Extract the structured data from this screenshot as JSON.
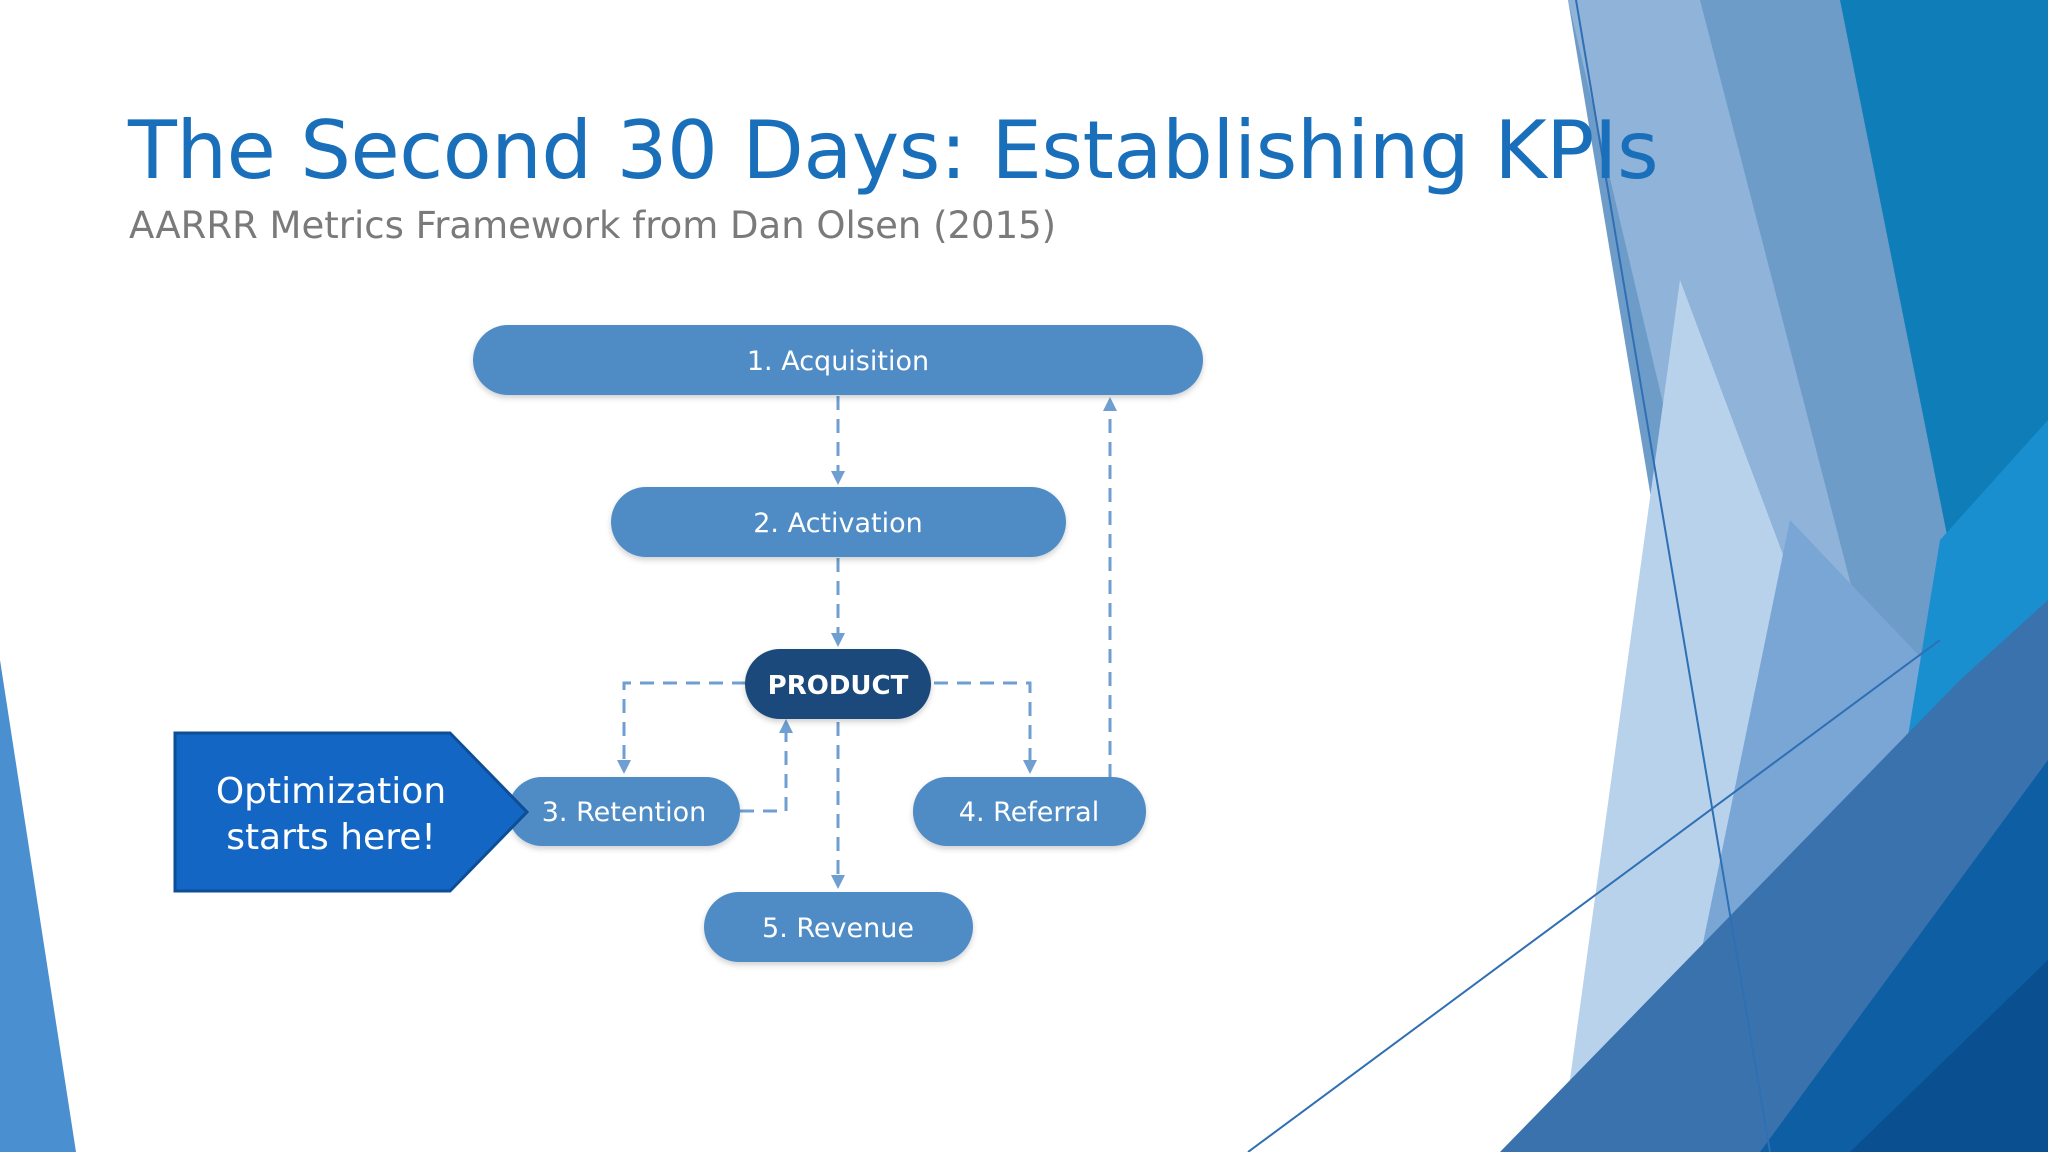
{
  "slide": {
    "title": "The Second 30 Days: Establishing KPIs",
    "subtitle": "AARRR Metrics Framework from Dan Olsen (2015)"
  },
  "diagram": {
    "nodes": {
      "acquisition": "1. Acquisition",
      "activation": "2. Activation",
      "product": "PRODUCT",
      "retention": "3. Retention",
      "referral": "4. Referral",
      "revenue": "5. Revenue"
    },
    "callout": {
      "line1": "Optimization",
      "line2": "starts here!"
    }
  },
  "colors": {
    "pill": "#4f8cc5",
    "product": "#1c4a7c",
    "callout": "#1366c4",
    "title": "#1a6fbb",
    "connector": "#6f9fd0"
  }
}
